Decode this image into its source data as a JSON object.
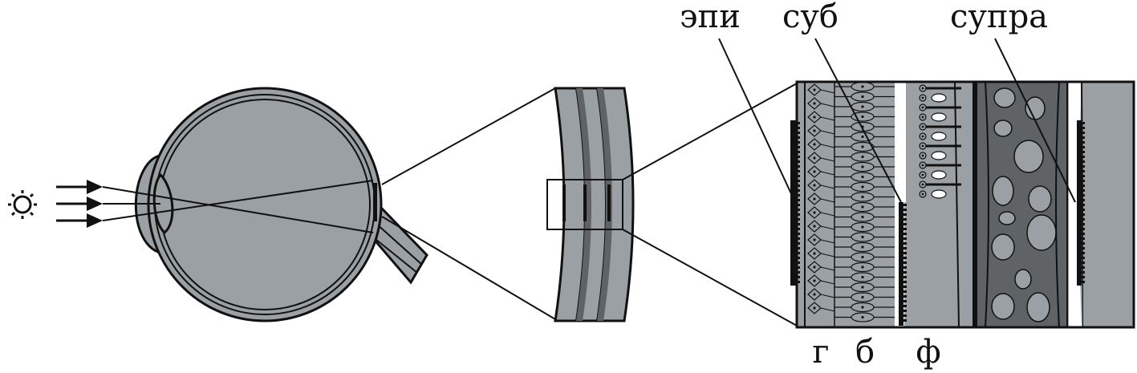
{
  "labels": {
    "epi": "эпи",
    "sub": "суб",
    "supra": "супра",
    "g": "г",
    "b": "б",
    "f": "ф"
  },
  "icons": {
    "light_source": "sun-icon"
  },
  "colors": {
    "tissue": "#9aa0a3",
    "dark_layer": "#5f6366",
    "outline": "#111111",
    "background": "#ffffff"
  }
}
